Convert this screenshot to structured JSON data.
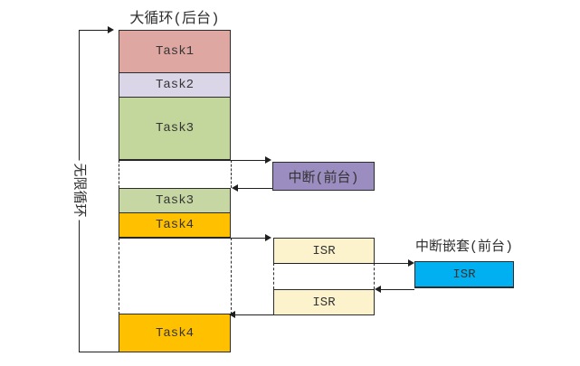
{
  "title": "大循环(后台)",
  "infinite_loop_label": "无限循环",
  "background_column": {
    "blocks": [
      {
        "label": "Task1",
        "color": "#DEA7A2"
      },
      {
        "label": "Task2",
        "color": "#DBD5E8"
      },
      {
        "label": "Task3",
        "color": "#C3D69B"
      },
      {
        "label": "Task3",
        "color": "#C6D7A3"
      },
      {
        "label": "Task4",
        "color": "#FFC000"
      },
      {
        "label": "Task4",
        "color": "#FFC000"
      }
    ]
  },
  "foreground": {
    "interrupt_label": "中断(前台)",
    "interrupt_color": "#9C8DC1",
    "isr_labels": [
      "ISR",
      "ISR"
    ],
    "isr_color": "#FCF2CC",
    "nested_title": "中断嵌套(前台)",
    "nested_isr_label": "ISR",
    "nested_isr_color": "#00B0F0"
  },
  "colors": {
    "line": "#1F1F1F",
    "border": "#2C2C2C",
    "background": "#FFFFFF"
  }
}
